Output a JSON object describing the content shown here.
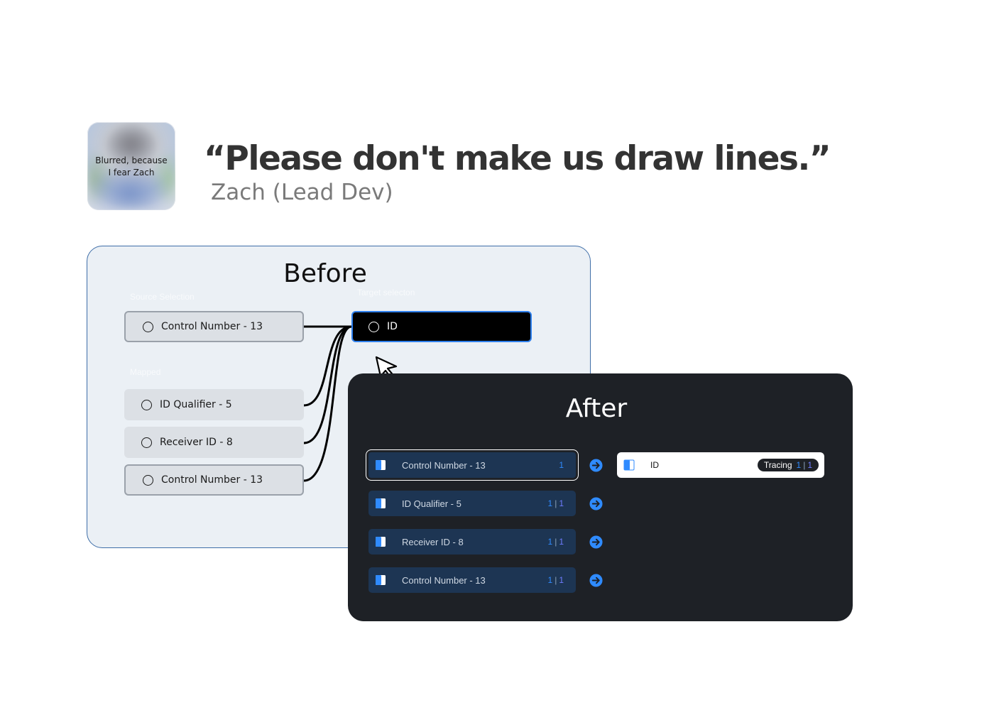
{
  "avatar": {
    "caption": "Blurred, because\nI fear Zach"
  },
  "quote": {
    "text": "“Please don't make us draw lines.”",
    "author": "Zach (Lead Dev)"
  },
  "before": {
    "title": "Before",
    "source_label": "Source Selection",
    "target_label": "Target selecton",
    "mapped_label": "Mapped",
    "source_item": "Control Number - 13",
    "target_item": "ID",
    "mapped_items": [
      "ID Qualifier - 5",
      "Receiver ID - 8",
      "Control Number - 13"
    ]
  },
  "after": {
    "title": "After",
    "rows": [
      {
        "label": "Control Number - 13",
        "count_a": "1",
        "count_sep": "",
        "count_b": ""
      },
      {
        "label": "ID Qualifier - 5",
        "count_a": "1",
        "count_sep": "|",
        "count_b": "1"
      },
      {
        "label": "Receiver ID - 8",
        "count_a": "1",
        "count_sep": "|",
        "count_b": "1"
      },
      {
        "label": "Control Number - 13",
        "count_a": "1",
        "count_sep": "|",
        "count_b": "1"
      }
    ],
    "target": {
      "label": "ID",
      "tracing_label": "Tracing",
      "count_a": "1",
      "count_sep": "|",
      "count_b": "1"
    }
  },
  "colors": {
    "accent_blue": "#2f80ed",
    "after_row_bg": "#1d3553",
    "after_panel_bg": "#1e2126",
    "before_panel_bg": "#ebf0f5"
  },
  "icons": [
    "radio-icon",
    "field-icon",
    "arrow-right-circle-icon",
    "cursor-pointer-icon"
  ]
}
